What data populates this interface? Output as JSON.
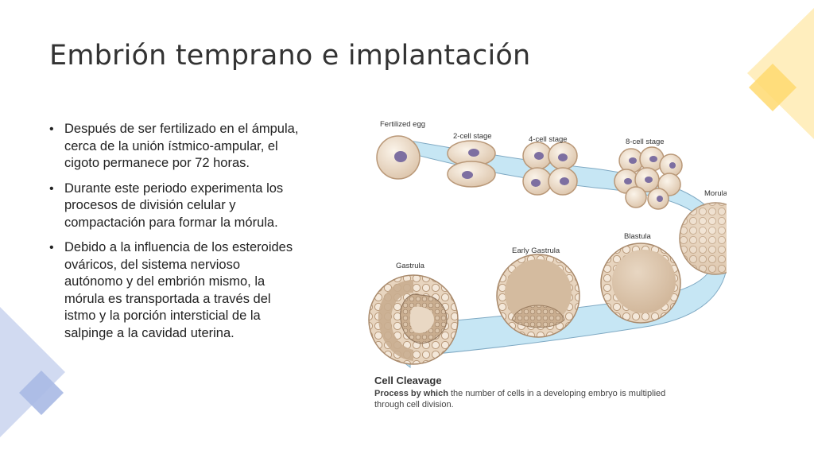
{
  "slide": {
    "title": "Embrión temprano e implantación",
    "bullets": [
      "Después de ser fertilizado en el ámpula, cerca de la unión ístmico-ampular, el cigoto permanece por 72 horas.",
      "Durante este periodo experimenta los procesos de división celular y compactación para formar la mórula.",
      "Debido a la influencia de los esteroides ováricos, del sistema nervioso autónomo y del embrión mismo, la mórula es transportada a través del istmo y la porción intersticial de la salpinge a la cavidad uterina."
    ],
    "bullet_glyph": "•"
  },
  "figure": {
    "stages": {
      "fertilized": "Fertilized egg",
      "two_cell": "2-cell stage",
      "four_cell": "4-cell stage",
      "eight_cell": "8-cell stage",
      "morula": "Morula",
      "blastula": "Blastula",
      "early_gastrula": "Early Gastrula",
      "gastrula": "Gastrula"
    },
    "caption_title": "Cell Cleavage",
    "caption_bold": "Process by which",
    "caption_line1_rest": " the number of cells in a developing embryo is multiplied",
    "caption_line2": "through cell division."
  },
  "colors": {
    "accent_blue": "#4472c4",
    "accent_yellow": "#ffc000",
    "path_blue": "#bfe3f2",
    "cell_fill": "#efe0cf",
    "nucleus": "#7d6fa1"
  }
}
